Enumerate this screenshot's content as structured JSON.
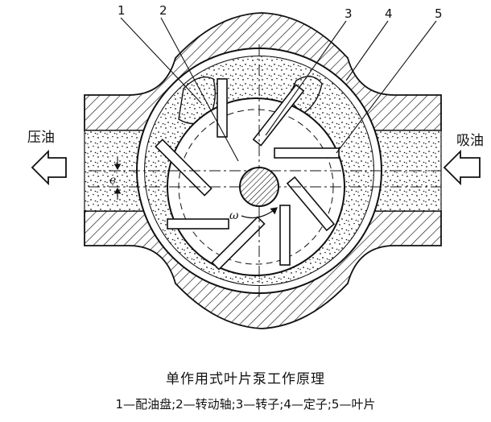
{
  "part_labels": [
    "1",
    "2",
    "3",
    "4",
    "5"
  ],
  "left_label": "压油",
  "right_label": "吸油",
  "symbols": {
    "eccentricity": "e",
    "angular_velocity": "ω"
  },
  "caption": {
    "title": "单作用式叶片泵工作原理",
    "legend": "1—配油盘;2—转动轴;3—转子;4—定子;5—叶片"
  },
  "colors": {
    "ink": "#111111",
    "paper": "#ffffff"
  }
}
